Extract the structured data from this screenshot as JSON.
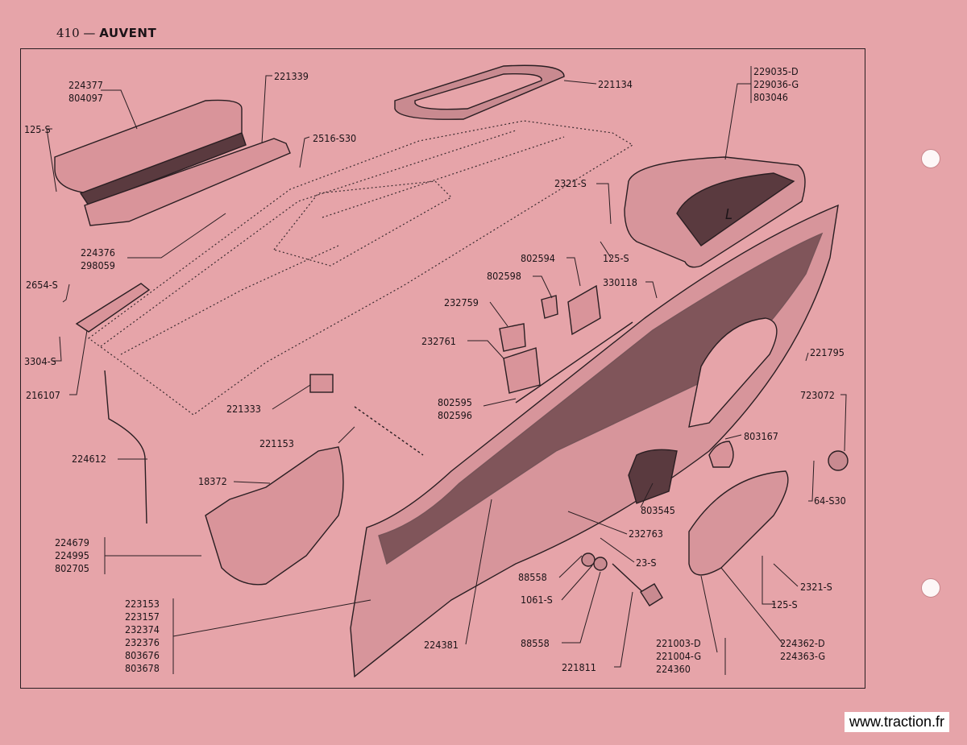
{
  "header": {
    "page_number": "410",
    "separator": "—",
    "title": "AUVENT"
  },
  "watermark": "www.traction.fr",
  "labels": {
    "l224377": "224377",
    "l804097": "804097",
    "l221339": "221339",
    "l125s_a": "125-S",
    "l2516s30": "2516-S30",
    "l221134": "221134",
    "l229035d": "229035-D",
    "l229036g": "229036-G",
    "l803046": "803046",
    "l2321s_a": "2321-S",
    "l125s_b": "125-S",
    "l224376": "224376",
    "l298059": "298059",
    "l802594": "802594",
    "l802598": "802598",
    "l330118": "330118",
    "l2654s": "2654-S",
    "l232759": "232759",
    "l3304s": "3304-S",
    "l232761": "232761",
    "l221795": "221795",
    "l216107": "216107",
    "l802595": "802595",
    "l802596": "802596",
    "l723072": "723072",
    "l221333": "221333",
    "l221153": "221153",
    "l803167": "803167",
    "l224612": "224612",
    "l18372": "18372",
    "l803545": "803545",
    "l64s30": "64-S30",
    "l224679": "224679",
    "l224995": "224995",
    "l802705": "802705",
    "l232763": "232763",
    "l23s": "23-S",
    "l88558_a": "88558",
    "l2321s_b": "2321-S",
    "l223153": "223153",
    "l223157": "223157",
    "l232374": "232374",
    "l232376": "232376",
    "l803676": "803676",
    "l803678": "803678",
    "l1061s": "1061-S",
    "l125s_c": "125-S",
    "l88558_b": "88558",
    "l224381": "224381",
    "l221003d": "221003-D",
    "l221004g": "221004-G",
    "l224360": "224360",
    "l224362d": "224362-D",
    "l224363g": "224363-G",
    "l221811": "221811",
    "dim_L": "L"
  }
}
